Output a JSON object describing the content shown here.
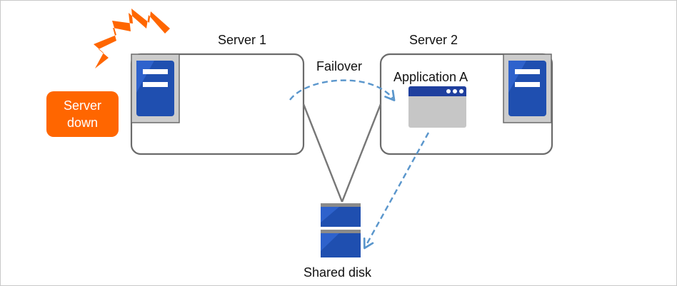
{
  "colors": {
    "accent_orange": "#ff6600",
    "server_blue": "#1f4fb0",
    "server_panel_gray": "#cccccc",
    "box_border": "#6b6b6b",
    "dashed_arrow": "#5a96cc",
    "disk_top_gray": "#8a8a8a",
    "window_gray": "#c6c6c6"
  },
  "labels": {
    "server1": "Server 1",
    "server2": "Server 2",
    "failover": "Failover",
    "application": "Application A",
    "shared_disk": "Shared disk"
  },
  "badge": {
    "line1": "Server",
    "line2": "down"
  },
  "icons": {
    "alert": "lightning-bolt-icon",
    "server": "server-icon",
    "window": "application-window-icon",
    "disk": "shared-disk-icon"
  }
}
